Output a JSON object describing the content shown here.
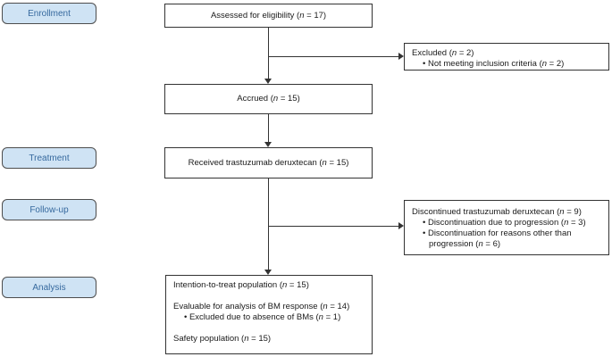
{
  "stages": [
    {
      "label": "Enrollment"
    },
    {
      "label": "Treatment"
    },
    {
      "label": "Follow-up"
    },
    {
      "label": "Analysis"
    }
  ],
  "boxes": {
    "assessed": {
      "pre": "Assessed for eligibility (",
      "n": "n",
      "post": " = 17)"
    },
    "excluded": {
      "title": {
        "pre": "Excluded (",
        "n": "n",
        "post": " = 2)"
      },
      "bullet": {
        "pre": "• Not meeting inclusion criteria (",
        "n": "n",
        "post": " = 2)"
      }
    },
    "accrued": {
      "pre": "Accrued (",
      "n": "n",
      "post": " = 15)"
    },
    "received": {
      "pre": "Received trastuzumab deruxtecan (",
      "n": "n",
      "post": " = 15)"
    },
    "discontinued": {
      "title": {
        "pre": "Discontinued trastuzumab deruxtecan (",
        "n": "n",
        "post": " = 9)"
      },
      "bullet1": {
        "pre": "• Discontinuation due to progression (",
        "n": "n",
        "post": " = 3)"
      },
      "bullet2": {
        "pre": "• Discontinuation for reasons other than progression (",
        "n": "n",
        "post": " = 6)"
      }
    },
    "analysis": {
      "line1": {
        "pre": "Intention-to-treat population (",
        "n": "n",
        "post": " = 15)"
      },
      "line2": {
        "pre": "Evaluable for analysis of BM response (",
        "n": "n",
        "post": " = 14)"
      },
      "bullet": {
        "pre": "• Excluded due to absence of BMs (",
        "n": "n",
        "post": " = 1)"
      },
      "line3": {
        "pre": "Safety population (",
        "n": "n",
        "post": " = 15)"
      }
    }
  },
  "colors": {
    "stage_fill": "#cfe3f4",
    "stage_text": "#36699e",
    "box_border": "#333333",
    "line": "#333333"
  }
}
